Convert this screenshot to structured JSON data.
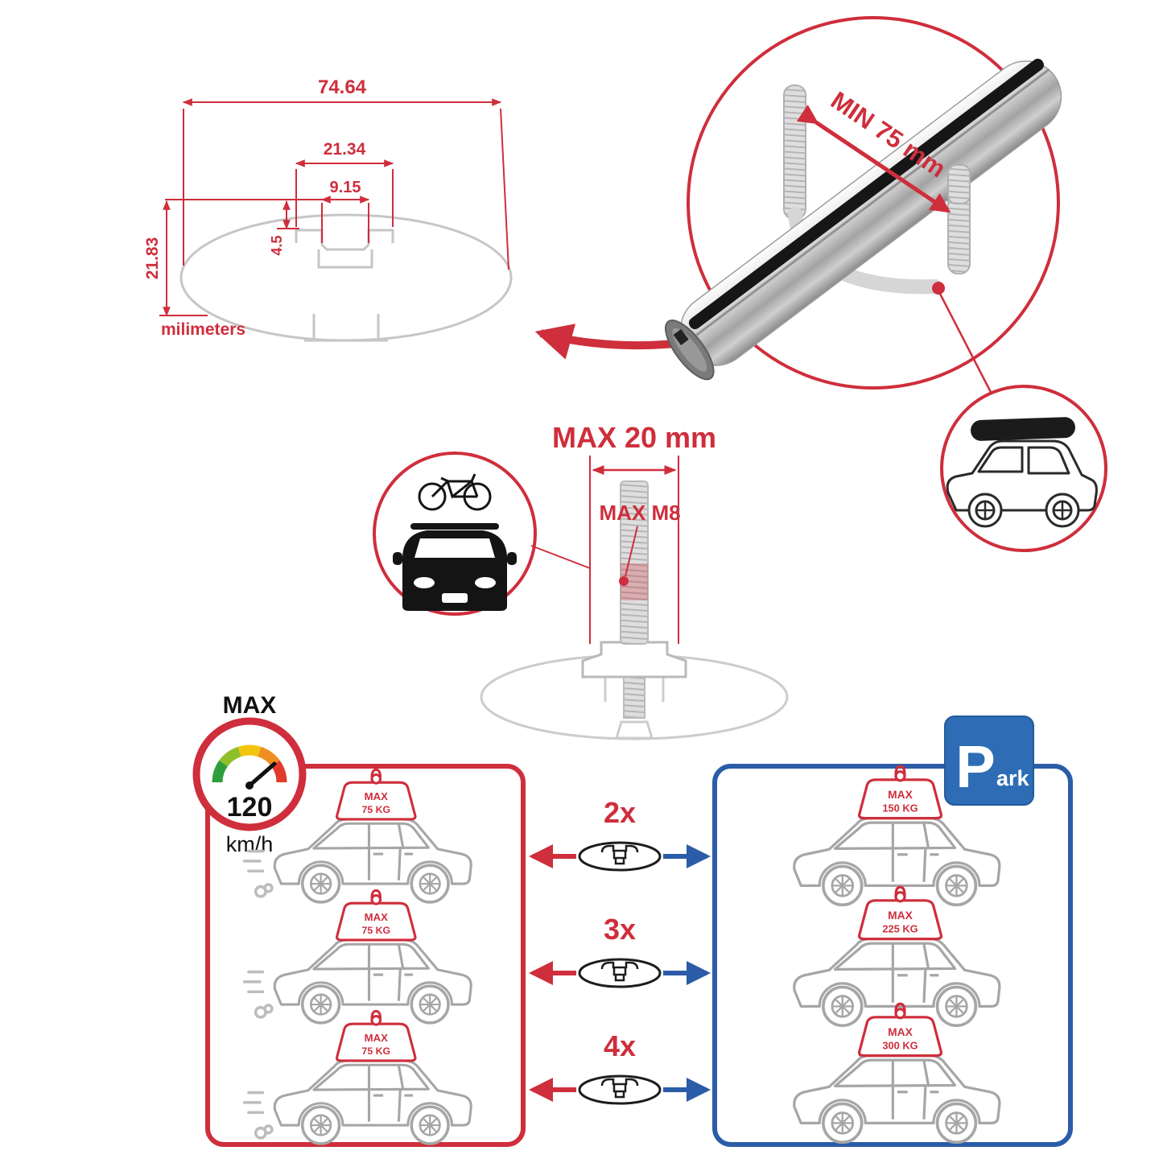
{
  "dimension_drawing": {
    "total_width": "74.64",
    "channel_width": "21.34",
    "slot_width": "9.15",
    "slot_depth": "4.5",
    "height": "21.83",
    "units": "milimeters"
  },
  "bar_detail": {
    "min_label": "MIN 75 mm"
  },
  "bolt_detail": {
    "max_width": "MAX 20 mm",
    "max_thread": "MAX M8"
  },
  "speed_limit": {
    "label": "MAX",
    "value": "120",
    "unit": "km/h"
  },
  "parking_sign": {
    "letter": "P",
    "rest": "ark"
  },
  "red_panel": {
    "cars": [
      {
        "max": "MAX",
        "kg": "75 KG"
      },
      {
        "max": "MAX",
        "kg": "75 KG"
      },
      {
        "max": "MAX",
        "kg": "75 KG"
      }
    ]
  },
  "blue_panel": {
    "cars": [
      {
        "max": "MAX",
        "kg": "150 KG"
      },
      {
        "max": "MAX",
        "kg": "225 KG"
      },
      {
        "max": "MAX",
        "kg": "300 KG"
      }
    ]
  },
  "rows": [
    {
      "multiplier": "2x"
    },
    {
      "multiplier": "3x"
    },
    {
      "multiplier": "4x"
    }
  ],
  "colors": {
    "accent_red": "#cf2e3c",
    "accent_blue": "#2b5ca7",
    "bar_silver": "#c9c9c9"
  }
}
